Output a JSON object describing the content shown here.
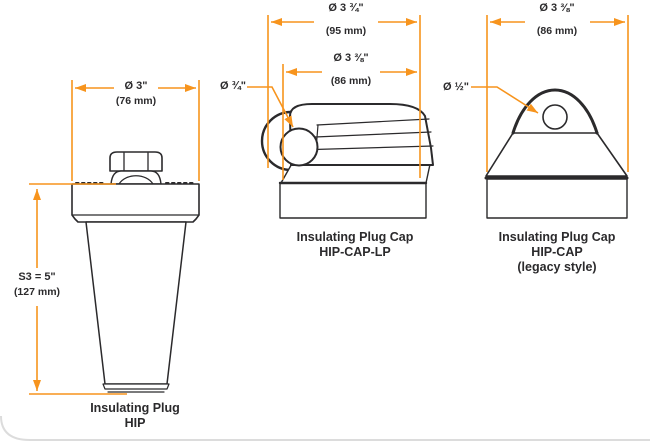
{
  "page": {
    "background": "#ffffff",
    "accent_color": "#F7941D",
    "line_color": "#2b2a2c"
  },
  "figures": {
    "hip": {
      "caption_line1": "Insulating Plug",
      "caption_line2": "HIP",
      "dim_width": {
        "value": "Ø 3\"",
        "metric": "(76 mm)"
      },
      "dim_height": {
        "value": "S3 = 5\"",
        "metric": "(127 mm)"
      }
    },
    "hip_cap_lp": {
      "caption_line1": "Insulating Plug Cap",
      "caption_line2": "HIP-CAP-LP",
      "dim_outer": {
        "value": "Ø 3 ¾\"",
        "metric": "(95 mm)"
      },
      "dim_inner": {
        "value": "Ø 3 ⅜\"",
        "metric": "(86 mm)"
      },
      "dim_hole": {
        "value": "Ø ¾\""
      }
    },
    "hip_cap": {
      "caption_line1": "Insulating Plug Cap",
      "caption_line2": "HIP-CAP",
      "caption_line3": "(legacy style)",
      "dim_width": {
        "value": "Ø 3 ⅜\"",
        "metric": "(86 mm)"
      },
      "dim_hole": {
        "value": "Ø ½\""
      }
    }
  }
}
